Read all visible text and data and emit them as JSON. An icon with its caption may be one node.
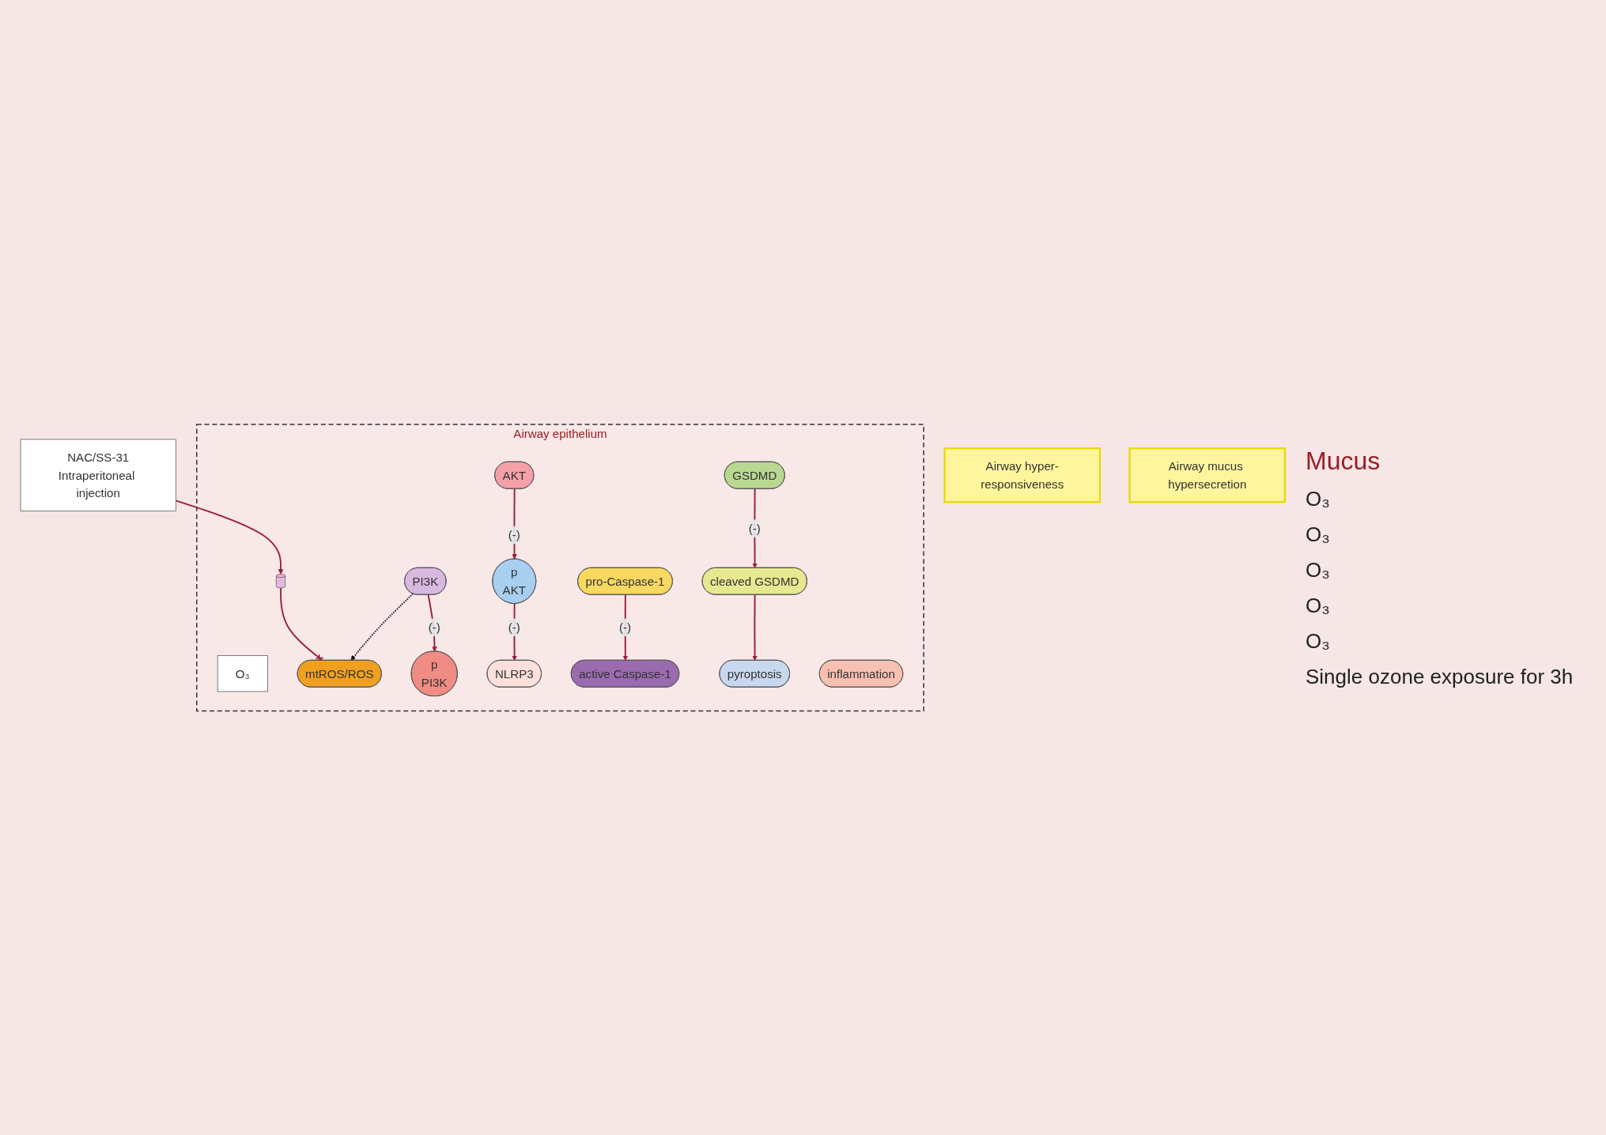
{
  "diagram": {
    "nodes": [
      {
        "text": [
          "Airway epithelium"
        ]
      },
      {
        "text": [
          "O₃"
        ],
        "in": 0
      },
      {
        "text": [],
        "shape": "cylinder",
        "in": 0
      },
      {
        "text": [
          "mtROS/ROS"
        ],
        "in": 0
      },
      {
        "text": [
          "p",
          "PI3K"
        ],
        "in": 0
      },
      {
        "text": [
          "PI3K"
        ],
        "in": 0
      },
      {
        "text": [
          "NLRP3"
        ],
        "in": 0
      },
      {
        "text": [
          "p",
          "AKT"
        ],
        "in": 0
      },
      {
        "text": [
          "AKT"
        ],
        "in": 0
      },
      {
        "text": [
          "pro-Caspase-1"
        ],
        "in": 0
      },
      {
        "text": [
          "active Caspase-1"
        ],
        "in": 0
      },
      {
        "text": [
          "GSDMD"
        ],
        "in": 0
      },
      {
        "text": [
          "cleaved GSDMD"
        ],
        "in": 0
      },
      {
        "text": [
          "pyroptosis"
        ],
        "in": 0
      },
      {
        "text": [
          "inflammation"
        ],
        "in": 0
      },
      {
        "text": [
          "NAC/SS-31",
          "Intraperitoneal injection"
        ]
      },
      {
        "text": [
          "Airway hyper-responsiveness"
        ]
      },
      {
        "text": [
          "Airway mucus hypersecretion"
        ]
      }
    ],
    "edges": [
      {
        "from": 15,
        "to": 2,
        "arrow": "to"
      },
      {
        "from": 2,
        "to": 3,
        "arrow": "other"
      },
      {
        "from": 5,
        "to": 3,
        "arrow": "to",
        "style": "dashed",
        "color": "#111111"
      },
      {
        "from": 5,
        "to": 4,
        "arrow": "to",
        "label": "(-)"
      },
      {
        "from": 7,
        "to": 6,
        "arrow": "to",
        "label": "(-)"
      },
      {
        "from": 8,
        "to": 7,
        "arrow": "to",
        "label": "(-)"
      },
      {
        "from": 9,
        "to": 10,
        "arrow": "to",
        "label": "(-)"
      },
      {
        "from": 11,
        "to": 12,
        "arrow": "to",
        "label": "(-)"
      },
      {
        "from": 12,
        "to": 13,
        "arrow": "to"
      }
    ],
    "labels": [
      "Mucus",
      "O₃",
      "O₃",
      "O₃",
      "O₃",
      "O₃",
      "Single ozone exposure for 3h"
    ]
  }
}
